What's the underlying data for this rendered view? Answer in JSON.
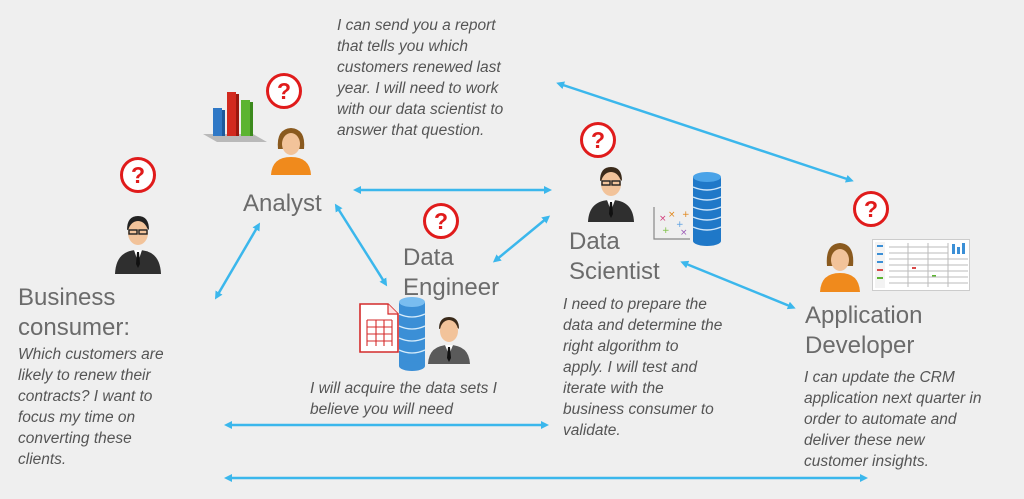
{
  "roles": {
    "analyst": "Analyst",
    "data_engineer": "Data\nEngineer",
    "data_scientist": "Data\nScientist",
    "business_consumer": "Business\nconsumer:",
    "app_developer": "Application\nDeveloper"
  },
  "quotes": {
    "analyst": "I can send you a report\nthat tells you which\ncustomers renewed last\nyear. I will need to work\nwith our data scientist to\nanswer that question.",
    "business_consumer": "Which customers are\nlikely to renew their\ncontracts? I want to\nfocus my time on\nconverting these\nclients.",
    "data_engineer": "I will acquire the data sets I\nbelieve you will need",
    "data_scientist": "I need to prepare the\ndata and determine the\nright algorithm to\napply.  I will test and\niterate with the\nbusiness consumer to\nvalidate.",
    "app_developer": "I can update the CRM\napplication next quarter in\norder to automate and\ndeliver these new\ncustomer insights."
  },
  "question_mark": "?",
  "colors": {
    "arrow": "#3bb7ec",
    "question": "#e01b1b",
    "female_shirt": "#f08a1c",
    "suit": "#2f2f2f",
    "database": "#1f78c8"
  },
  "icons": [
    "bar-chart-icon",
    "female-person-icon",
    "male-person-icon",
    "database-icon",
    "scatter-plot-icon",
    "spreadsheet-icon",
    "dashboard-icon"
  ]
}
